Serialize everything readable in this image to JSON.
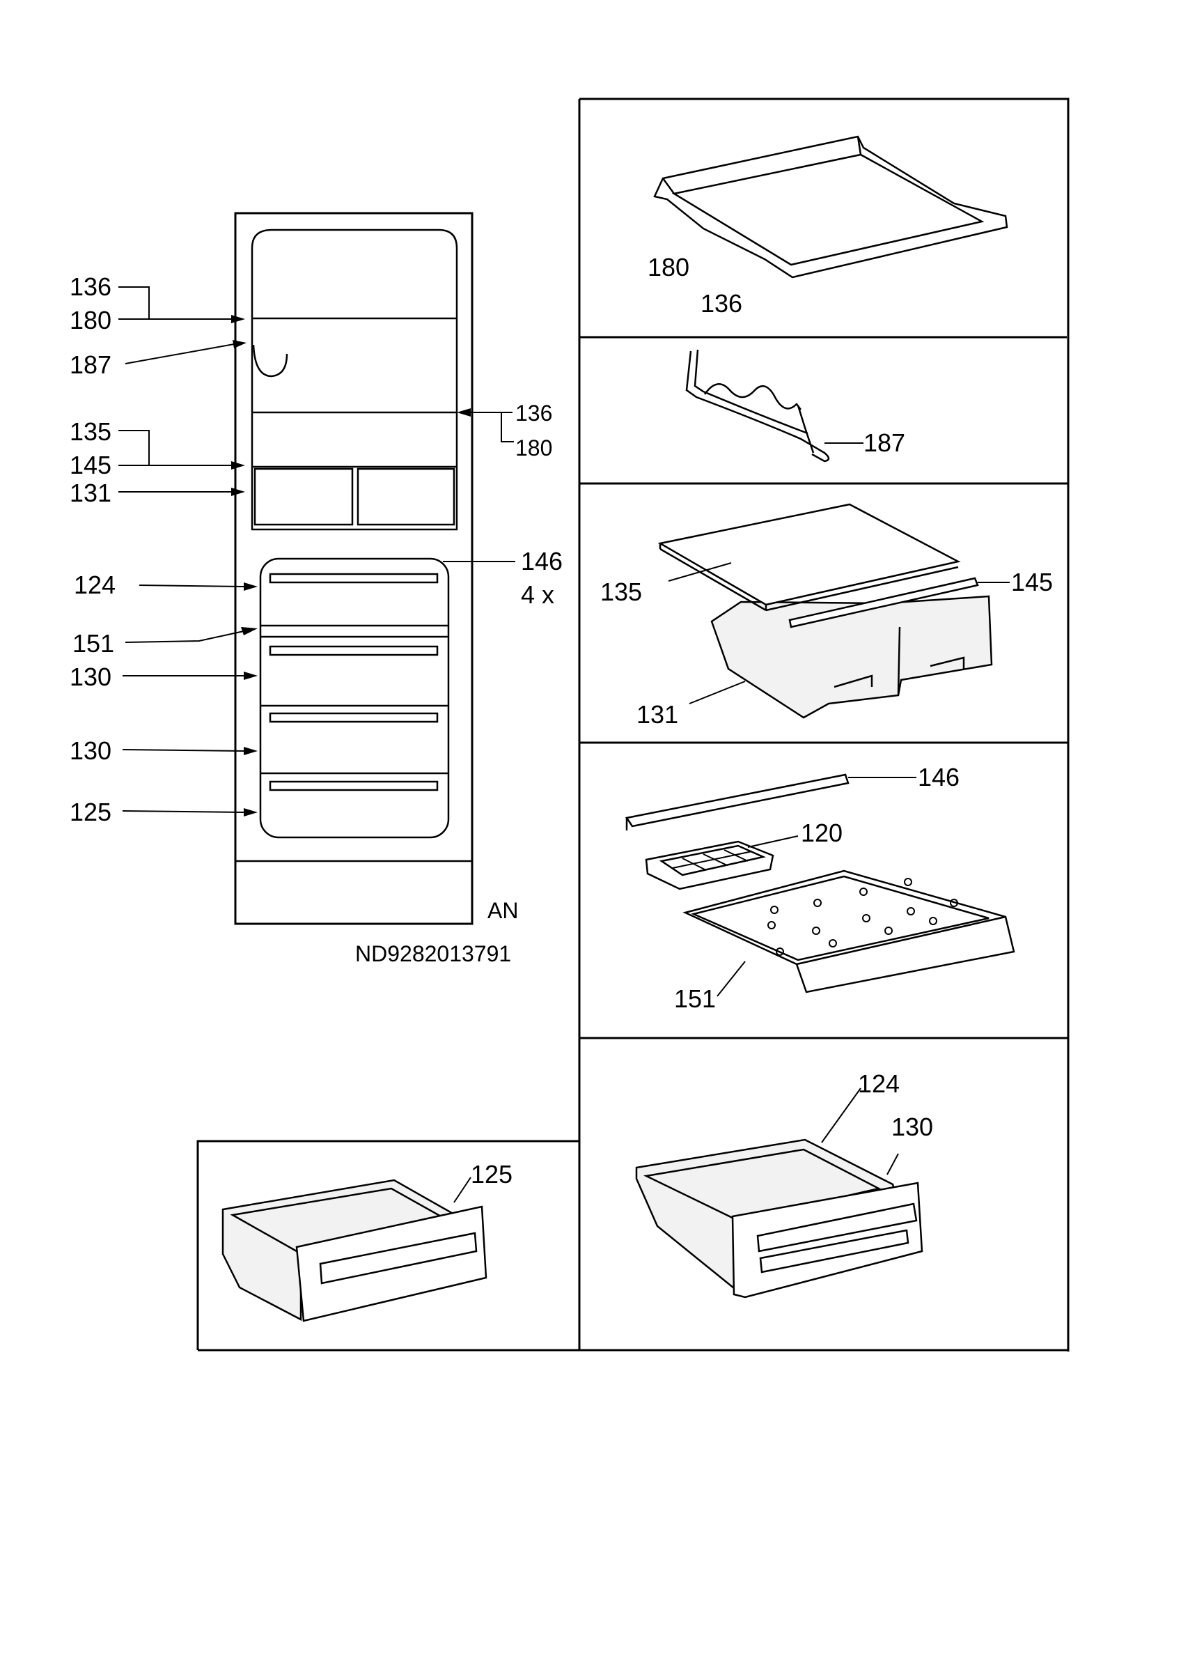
{
  "main_view": {
    "callouts": {
      "c136": "136",
      "c180": "180",
      "c187": "187",
      "c136r": "136",
      "c180r": "180",
      "c135": "135",
      "c145": "145",
      "c131": "131",
      "c124": "124",
      "c151": "151",
      "c130a": "130",
      "c130b": "130",
      "c125": "125",
      "c146": "146",
      "c4x": "4 x"
    },
    "variant": "AN",
    "doc_number": "ND9282013791"
  },
  "panels": {
    "shelf": {
      "l180": "180",
      "l136": "136"
    },
    "bottle_rack": {
      "l187": "187"
    },
    "glass_box": {
      "l135": "135",
      "l145": "145",
      "l131": "131"
    },
    "ice_tray": {
      "l146": "146",
      "l120": "120",
      "l151": "151"
    },
    "drawer": {
      "l124": "124",
      "l130": "130"
    },
    "bottom_drawer": {
      "l125": "125"
    }
  }
}
